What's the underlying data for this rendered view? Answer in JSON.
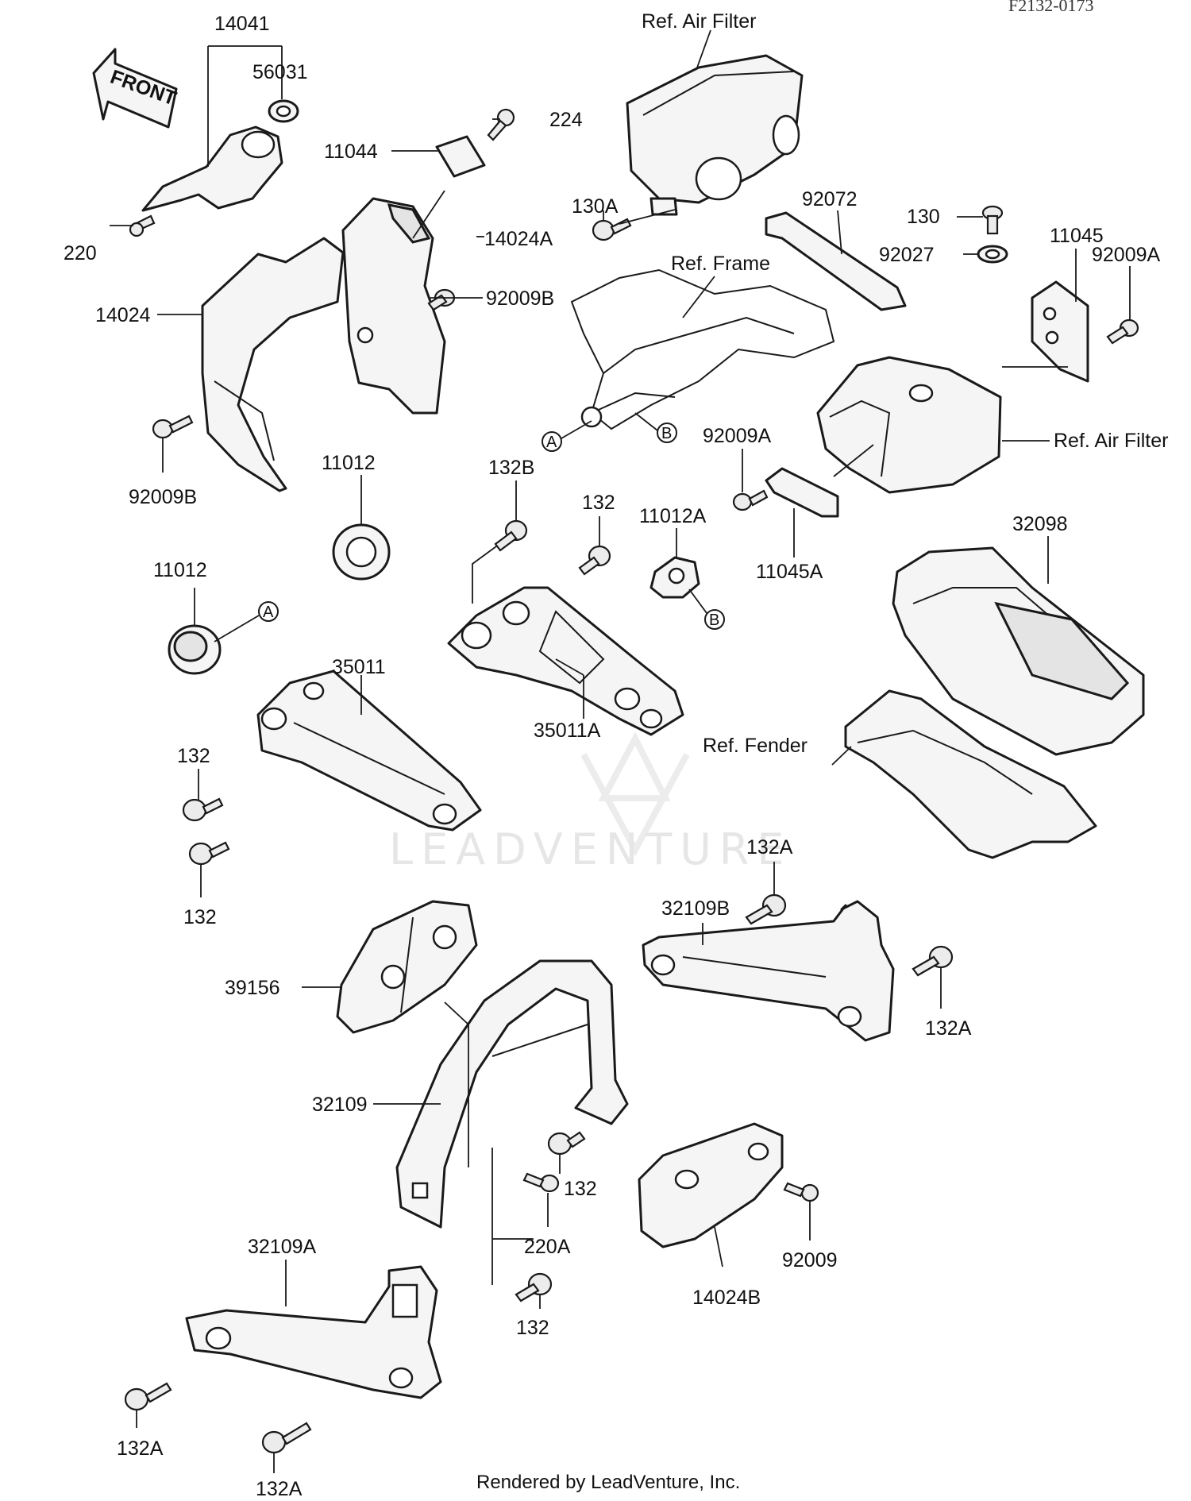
{
  "diagram": {
    "code": "F2132-0173",
    "front_label": "FRONT",
    "watermark": "LEADVENTURE",
    "footer": "Rendered by LeadVenture, Inc.",
    "markers": {
      "a": "A",
      "b": "B"
    },
    "labels": {
      "p14041": "14041",
      "p56031": "56031",
      "p224": "224",
      "p11044": "11044",
      "p220": "220",
      "p14024A": "14024A",
      "p14024": "14024",
      "p92009B_top": "92009B",
      "p92009B_bottom": "92009B",
      "ref_air_filter_top": "Ref. Air Filter",
      "p130A": "130A",
      "p92072": "92072",
      "p130": "130",
      "p92027": "92027",
      "p11045": "11045",
      "p92009A_right": "92009A",
      "ref_frame": "Ref. Frame",
      "ref_air_filter_right": "Ref. Air Filter",
      "p92009A_mid": "92009A",
      "p11045A": "11045A",
      "p11012_mid": "11012",
      "p132B": "132B",
      "p132_mid": "132",
      "p11012A": "11012A",
      "p32098": "32098",
      "p11012_left": "11012",
      "p35011": "35011",
      "p35011A": "35011A",
      "p132_left_top": "132",
      "p132_left_bottom": "132",
      "ref_fender": "Ref. Fender",
      "p132A_top": "132A",
      "p32109B": "32109B",
      "p132A_right": "132A",
      "p39156": "39156",
      "p32109": "32109",
      "p132_lower": "132",
      "p220A": "220A",
      "p92009": "92009",
      "p32109A": "32109A",
      "p132_bottom": "132",
      "p14024B": "14024B",
      "p132A_bl1": "132A",
      "p132A_bl2": "132A"
    }
  }
}
